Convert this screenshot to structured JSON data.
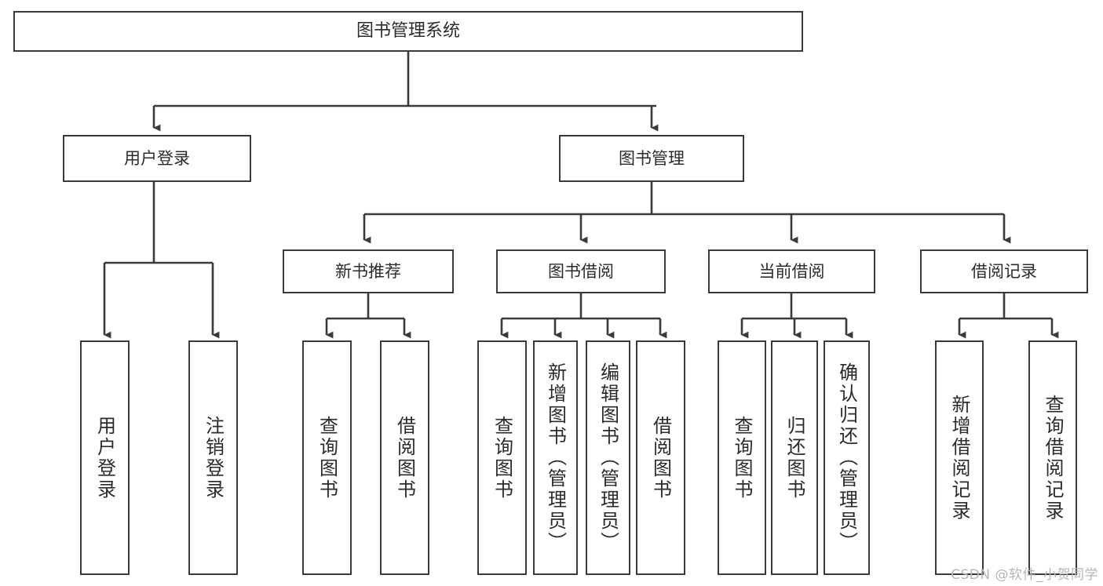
{
  "diagram": {
    "title": "图书管理系统",
    "type": "tree-hierarchy-chart",
    "watermark": "CSDN @软件_小贺同学",
    "colors": {
      "node_border": "#3a3a3a",
      "node_fill": "#ffffff",
      "edge": "#3a3a3a",
      "text": "#2b2b2b",
      "watermark": "#b6b6b6",
      "background": "#ffffff"
    }
  },
  "nodes": {
    "root": {
      "label": "图书管理系统"
    },
    "level2": [
      {
        "label": "用户登录"
      },
      {
        "label": "图书管理"
      }
    ],
    "level3": [
      {
        "label": "新书推荐"
      },
      {
        "label": "图书借阅"
      },
      {
        "label": "当前借阅"
      },
      {
        "label": "借阅记录"
      }
    ],
    "leaves": {
      "user_login": [
        {
          "label": "用户登录"
        },
        {
          "label": "注销登录"
        }
      ],
      "new_book_recommend": [
        {
          "label": "查询图书"
        },
        {
          "label": "借阅图书"
        }
      ],
      "book_borrow": [
        {
          "label": "查询图书"
        },
        {
          "label": "新增图书（管理员）"
        },
        {
          "label": "编辑图书（管理员）"
        },
        {
          "label": "借阅图书"
        }
      ],
      "current_borrow": [
        {
          "label": "查询图书"
        },
        {
          "label": "归还图书"
        },
        {
          "label": "确认归还（管理员）"
        }
      ],
      "borrow_record": [
        {
          "label": "新增借阅记录"
        },
        {
          "label": "查询借阅记录"
        }
      ]
    }
  }
}
